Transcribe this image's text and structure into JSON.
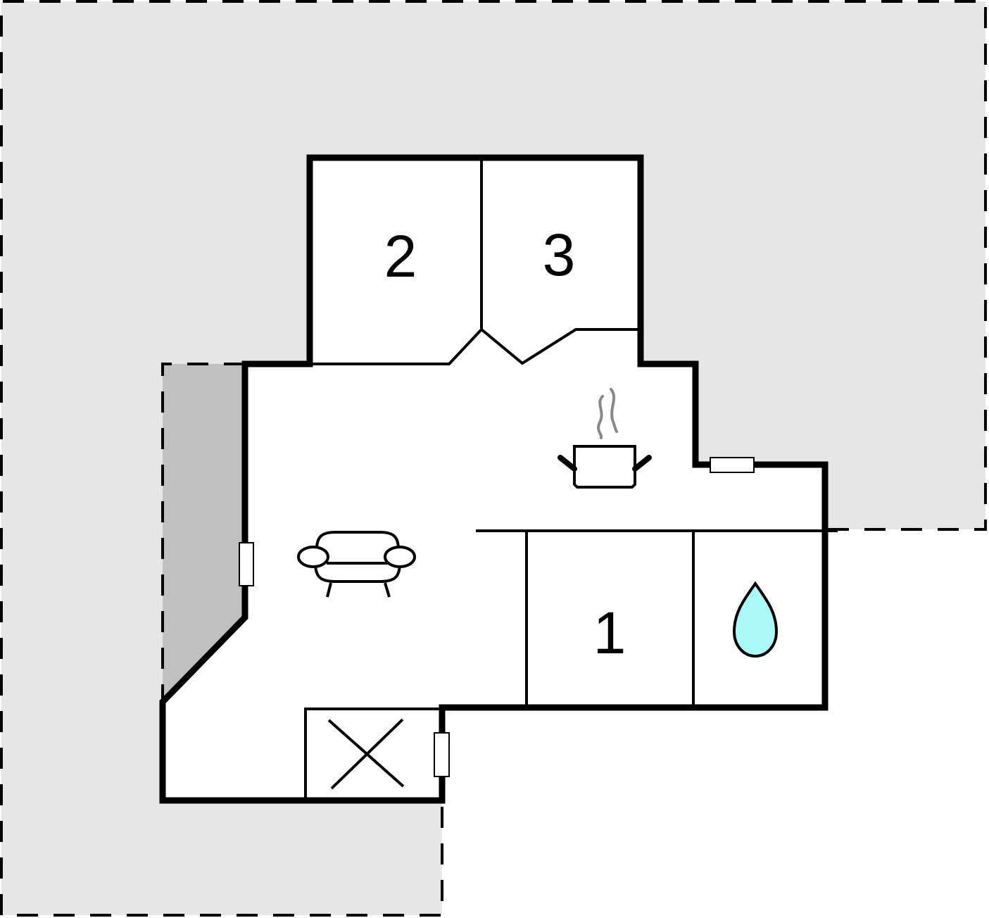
{
  "floorplan": {
    "colors": {
      "outdoor_area": "#e6e6e6",
      "terrace": "#c0c0c0",
      "interior": "#ffffff",
      "wall": "#000000",
      "water": "#aaf8f8",
      "steam": "#888888"
    },
    "rooms": [
      {
        "id": "room-1",
        "label": "1",
        "type": "bedroom"
      },
      {
        "id": "room-2",
        "label": "2",
        "type": "bedroom"
      },
      {
        "id": "room-3",
        "label": "3",
        "type": "bedroom"
      }
    ],
    "icons": [
      {
        "name": "kitchen-pot-icon",
        "meaning": "kitchen"
      },
      {
        "name": "sofa-icon",
        "meaning": "living room"
      },
      {
        "name": "water-drop-icon",
        "meaning": "bathroom"
      },
      {
        "name": "cross-icon",
        "meaning": "entrance / storage"
      },
      {
        "name": "window-icon",
        "meaning": "window",
        "count": 3
      }
    ]
  }
}
